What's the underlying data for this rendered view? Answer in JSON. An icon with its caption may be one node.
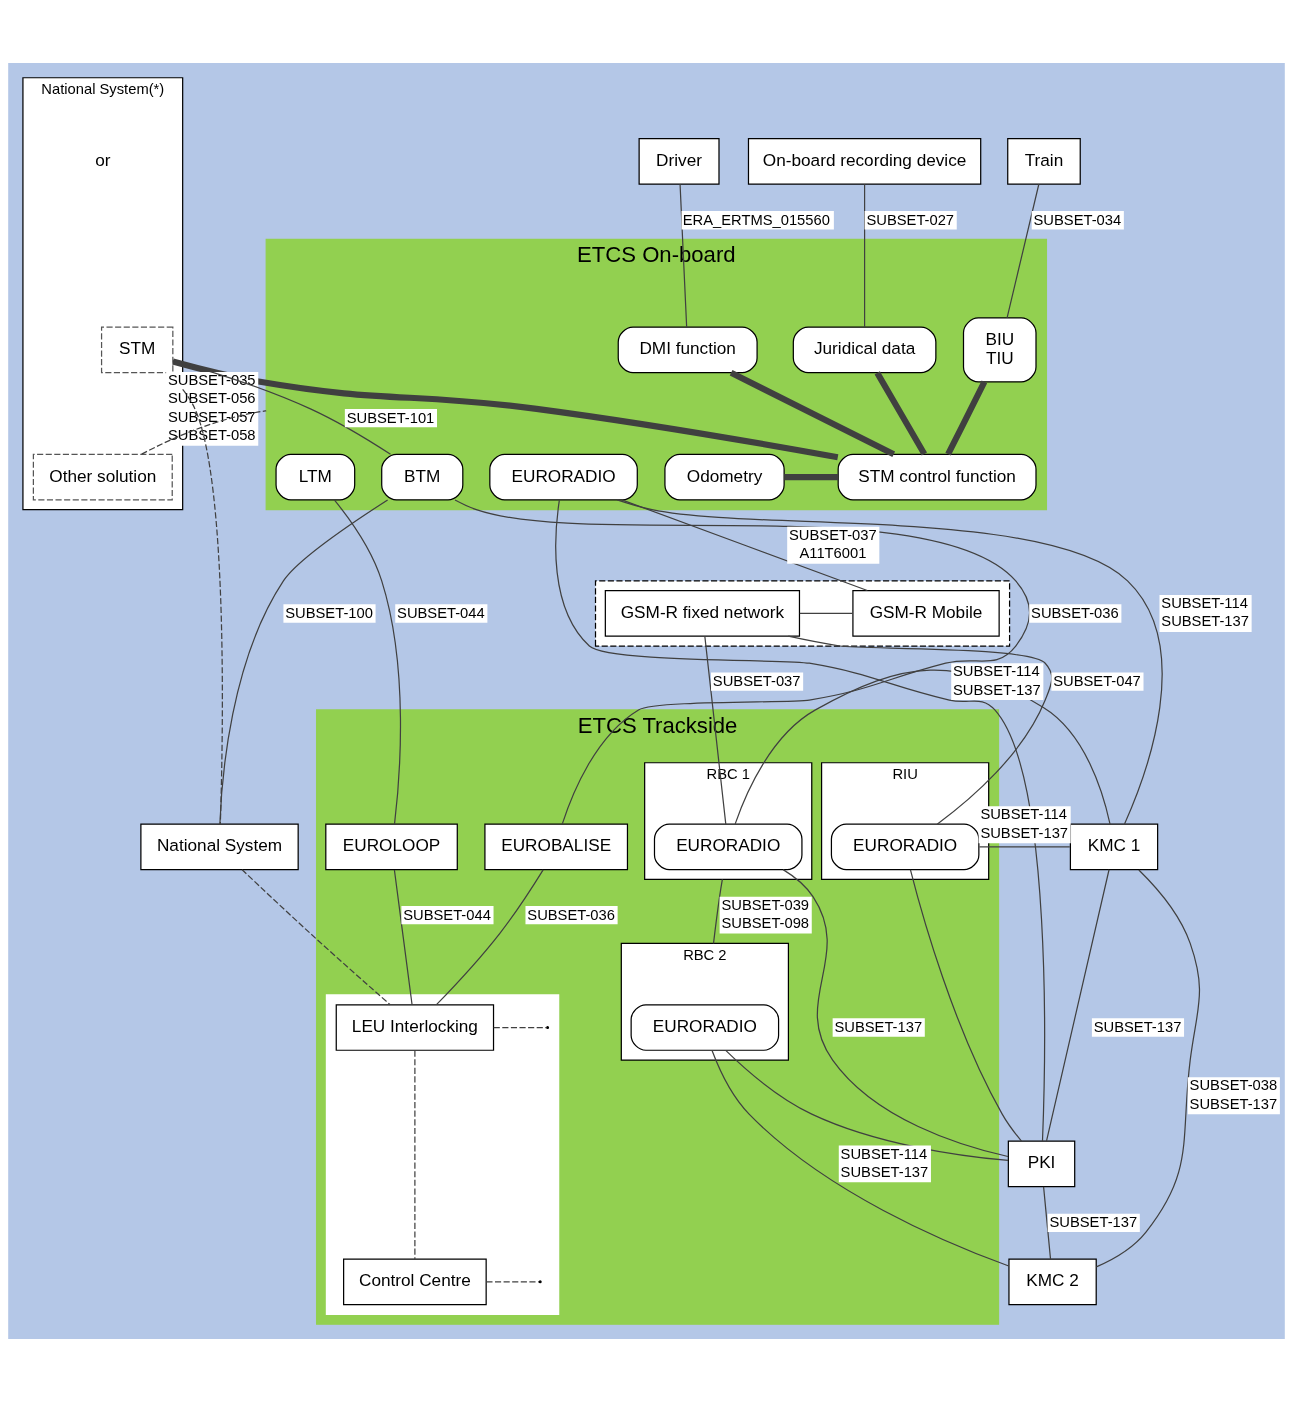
{
  "diagram": {
    "nodes": [
      {
        "text": [
          "Train"
        ]
      },
      {
        "text": [
          "Driver"
        ]
      },
      {
        "text": [
          "On-board recording device"
        ]
      },
      {
        "text": [
          "ETCS On-board"
        ]
      },
      {
        "text": [
          "BIU",
          "TIU"
        ],
        "in": 3
      },
      {
        "text": [
          "DMI function"
        ],
        "in": 3
      },
      {
        "text": [
          "Juridical data"
        ],
        "in": 3
      },
      {
        "text": [
          "STM control function"
        ],
        "in": 3
      },
      {
        "text": [
          "Odometry"
        ],
        "in": 3
      },
      {
        "text": [
          "BTM"
        ],
        "in": 3
      },
      {
        "text": [
          "LTM"
        ],
        "in": 3
      },
      {
        "text": [
          "EURORADIO"
        ],
        "in": 3
      },
      {
        "text": [
          "National System(*)"
        ]
      },
      {
        "text": [
          "STM"
        ],
        "in": 12
      },
      {
        "text": [
          "Other solution"
        ],
        "in": 12
      },
      {
        "text": [],
        "shape": "box"
      },
      {
        "text": [
          "GSM-R fixed network"
        ],
        "in": 15
      },
      {
        "text": [
          "GSM-R Mobile"
        ],
        "in": 15
      },
      {
        "text": [
          "National System"
        ]
      },
      {
        "text": [
          "ETCS Trackside"
        ]
      },
      {
        "text": [
          "EUROBALISE"
        ],
        "in": 19
      },
      {
        "text": [
          "EUROLOOP"
        ],
        "in": 19
      },
      {
        "text": [
          "RIU"
        ],
        "in": 19
      },
      {
        "text": [
          "EURORADIO"
        ],
        "in": 22
      },
      {
        "text": [
          "RBC 1"
        ],
        "in": 19
      },
      {
        "text": [
          "EURORADIO"
        ],
        "in": 24
      },
      {
        "text": [],
        "shape": "box",
        "in": 19
      },
      {
        "text": [
          "LEU Interlocking"
        ],
        "in": 26
      },
      {
        "text": [
          "Control Centre"
        ],
        "in": 26
      },
      {
        "text": [
          "RBC 2"
        ],
        "in": 19
      },
      {
        "text": [
          "EURORADIO"
        ],
        "in": 29
      },
      {
        "text": [
          "KMC 1"
        ]
      },
      {
        "text": [
          "PKI"
        ]
      },
      {
        "text": [
          "KMC 2"
        ]
      }
    ],
    "edges": [
      {
        "from": 0,
        "to": 4,
        "arrow": "none",
        "label": "SUBSET-034"
      },
      {
        "from": 1,
        "to": 5,
        "arrow": "none",
        "label": "ERA_ERTMS_015560"
      },
      {
        "from": 2,
        "to": 6,
        "arrow": "none",
        "label": "SUBSET-027"
      },
      {
        "from": 4,
        "to": 7,
        "arrow": "none",
        "style": "thick"
      },
      {
        "from": 5,
        "to": 7,
        "arrow": "none",
        "style": "thick"
      },
      {
        "from": 6,
        "to": 7,
        "arrow": "none",
        "style": "thick"
      },
      {
        "from": 8,
        "to": 7,
        "arrow": "none",
        "style": "thick"
      },
      {
        "from": 13,
        "to": 7,
        "arrow": "none",
        "label": "SUBSET-035 SUBSET-056 SUBSET-057 SUBSET-058",
        "style": "thick"
      },
      {
        "from": 13,
        "to": 9,
        "arrow": "none",
        "label": "SUBSET-101"
      },
      {
        "from": 14,
        "to": 3,
        "arrow": "none",
        "style": "dashed"
      },
      {
        "from": 12,
        "to": 18,
        "arrow": "none",
        "style": "dashed"
      },
      {
        "from": 9,
        "to": 18,
        "arrow": "none",
        "label": "SUBSET-100"
      },
      {
        "from": 9,
        "to": 20,
        "arrow": "none",
        "label": "SUBSET-036"
      },
      {
        "from": 10,
        "to": 21,
        "arrow": "none",
        "label": "SUBSET-044"
      },
      {
        "from": 11,
        "to": 17,
        "arrow": "none",
        "label": "SUBSET-037 A11T6001"
      },
      {
        "from": 16,
        "to": 17,
        "arrow": "none"
      },
      {
        "from": 16,
        "to": 23,
        "arrow": "none",
        "label": "SUBSET-047"
      },
      {
        "from": 16,
        "to": 25,
        "arrow": "none",
        "label": "SUBSET-037"
      },
      {
        "from": 11,
        "to": 31,
        "arrow": "none",
        "label": "SUBSET-114 SUBSET-137"
      },
      {
        "from": 11,
        "to": 32,
        "arrow": "none"
      },
      {
        "from": 23,
        "to": 31,
        "arrow": "none",
        "label": "SUBSET-114 SUBSET-137"
      },
      {
        "from": 25,
        "to": 31,
        "arrow": "none",
        "label": "SUBSET-114 SUBSET-137"
      },
      {
        "from": 31,
        "to": 32,
        "arrow": "none",
        "label": "SUBSET-137"
      },
      {
        "from": 23,
        "to": 32,
        "arrow": "none"
      },
      {
        "from": 25,
        "to": 32,
        "arrow": "none",
        "label": "SUBSET-137"
      },
      {
        "from": 30,
        "to": 32,
        "arrow": "none"
      },
      {
        "from": 24,
        "to": 29,
        "arrow": "none",
        "label": "SUBSET-039 SUBSET-098"
      },
      {
        "from": 30,
        "to": 33,
        "arrow": "none",
        "label": "SUBSET-114 SUBSET-137"
      },
      {
        "from": 32,
        "to": 33,
        "arrow": "none",
        "label": "SUBSET-137"
      },
      {
        "from": 31,
        "to": 33,
        "arrow": "none",
        "label": "SUBSET-038 SUBSET-137"
      },
      {
        "from": 20,
        "to": 27,
        "arrow": "none",
        "label": "SUBSET-036"
      },
      {
        "from": 21,
        "to": 27,
        "arrow": "none",
        "label": "SUBSET-044"
      },
      {
        "from": 18,
        "to": 27,
        "arrow": "none",
        "style": "dashed"
      },
      {
        "from": 27,
        "to": 28,
        "arrow": "none",
        "style": "dashed"
      },
      {
        "from": 27,
        "to": null,
        "arrow": "none",
        "style": "dashed"
      },
      {
        "from": 28,
        "to": null,
        "arrow": "none",
        "style": "dashed"
      }
    ],
    "labels": [
      "or"
    ]
  }
}
